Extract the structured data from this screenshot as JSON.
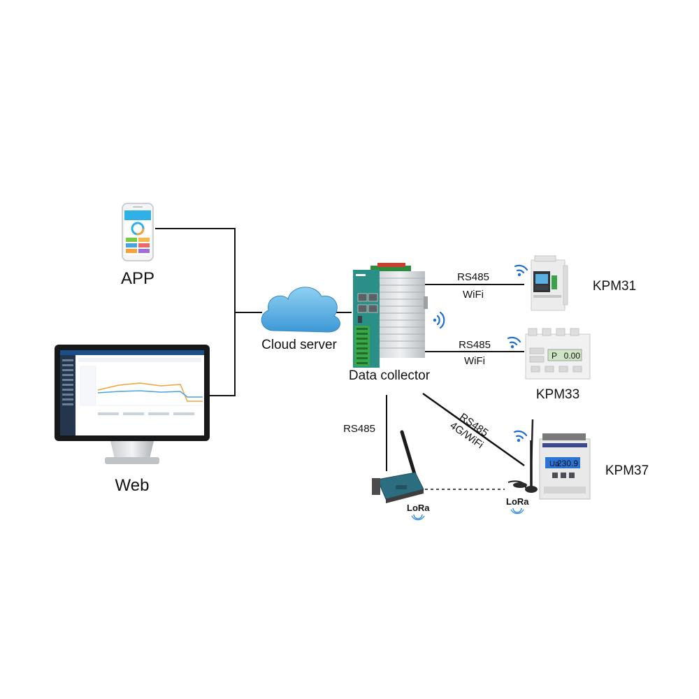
{
  "nodes": {
    "app": {
      "label": "APP"
    },
    "web": {
      "label": "Web"
    },
    "cloud": {
      "label": "Cloud server"
    },
    "collector": {
      "label": "Data collector"
    },
    "kpm31": {
      "label": "KPM31"
    },
    "kpm33": {
      "label": "KPM33"
    },
    "kpm37": {
      "label": "KPM37"
    },
    "lora_gateway": {
      "label": "LoRa"
    },
    "lora_antenna": {
      "label": "LoRa"
    }
  },
  "links": {
    "kpm31": {
      "line1": "RS485",
      "line2": "WiFi"
    },
    "kpm33": {
      "line1": "RS485",
      "line2": "WiFi"
    },
    "kpm37": {
      "line1": "RS485",
      "line2": "4G/WiFi"
    },
    "lora": {
      "line1": "RS485"
    }
  },
  "screens": {
    "kpm33_display": {
      "mode": "P",
      "value": "0.00"
    },
    "kpm37_display": {
      "mode": "Ua",
      "value": "230.9"
    }
  },
  "colors": {
    "line": "#111111",
    "cloud": "#5fb3e3",
    "collector_teal": "#2a8f86",
    "terminal_green": "#3aa84a",
    "signal_blue": "#1f6fd0"
  }
}
